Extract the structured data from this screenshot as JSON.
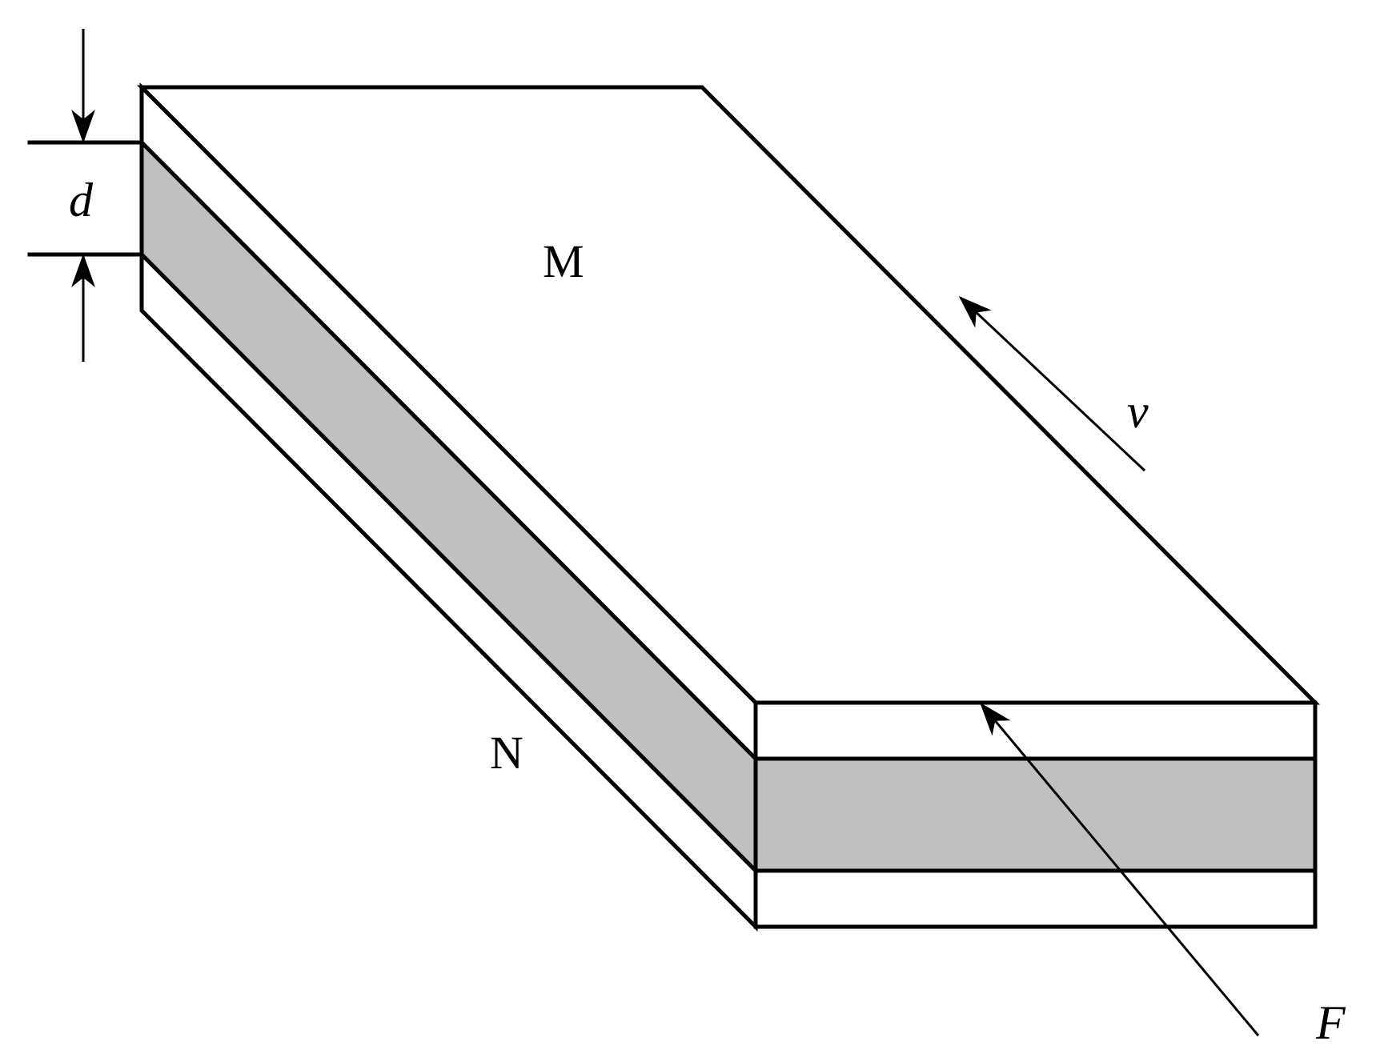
{
  "labels": {
    "top_plate": "M",
    "bottom_plate": "N",
    "gap": "d",
    "velocity": "v",
    "force": "F"
  },
  "colors": {
    "fluid_layer": "#c0c0c0",
    "plate": "#ffffff",
    "line": "#000000"
  }
}
